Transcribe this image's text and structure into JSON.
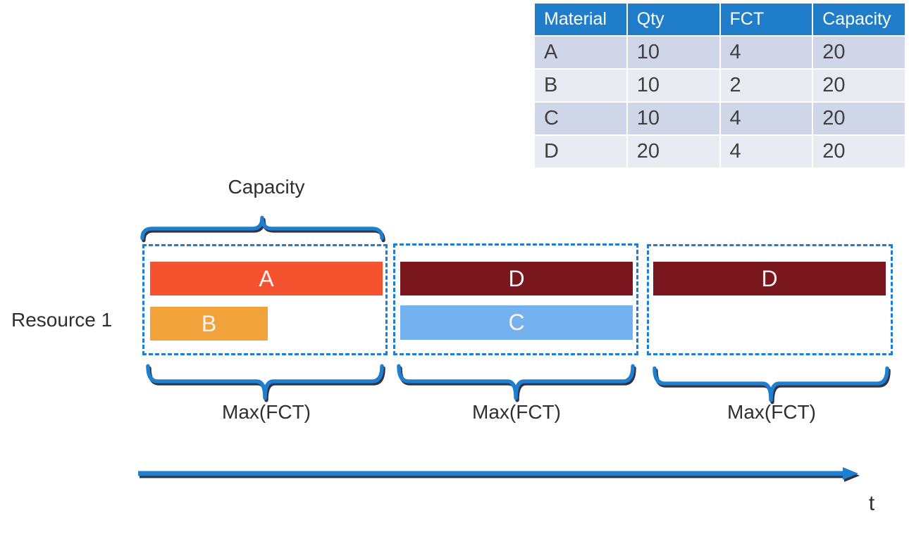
{
  "table": {
    "headers": [
      "Material",
      "Qty",
      "FCT",
      "Capacity"
    ],
    "rows": [
      [
        "A",
        "10",
        "4",
        "20"
      ],
      [
        "B",
        "10",
        "2",
        "20"
      ],
      [
        "C",
        "10",
        "4",
        "20"
      ],
      [
        "D",
        "20",
        "4",
        "20"
      ]
    ]
  },
  "labels": {
    "capacity": "Capacity",
    "resource": "Resource 1",
    "max_fct": "Max(FCT)",
    "time_axis": "t"
  },
  "buckets": [
    {
      "bars": [
        {
          "label": "A",
          "color": "#F5532F"
        },
        {
          "label": "B",
          "color": "#F2A23B"
        }
      ]
    },
    {
      "bars": [
        {
          "label": "D",
          "color": "#7A161D"
        },
        {
          "label": "C",
          "color": "#74B2EF"
        }
      ]
    },
    {
      "bars": [
        {
          "label": "D",
          "color": "#7A161D"
        }
      ]
    }
  ],
  "colors": {
    "table_header_bg": "#1F7DC9",
    "table_row_odd_bg": "#CED6E8",
    "table_row_even_bg": "#E9EBF3",
    "accent_blue": "#1E7ECF",
    "dashed_border_blue": "#1E7DD4",
    "bar_a": "#F5532F",
    "bar_b": "#F2A23B",
    "bar_c": "#74B2EF",
    "bar_d": "#7A161D",
    "shadow_dark": "#0D0F22",
    "text_dark": "#2F2F33"
  }
}
